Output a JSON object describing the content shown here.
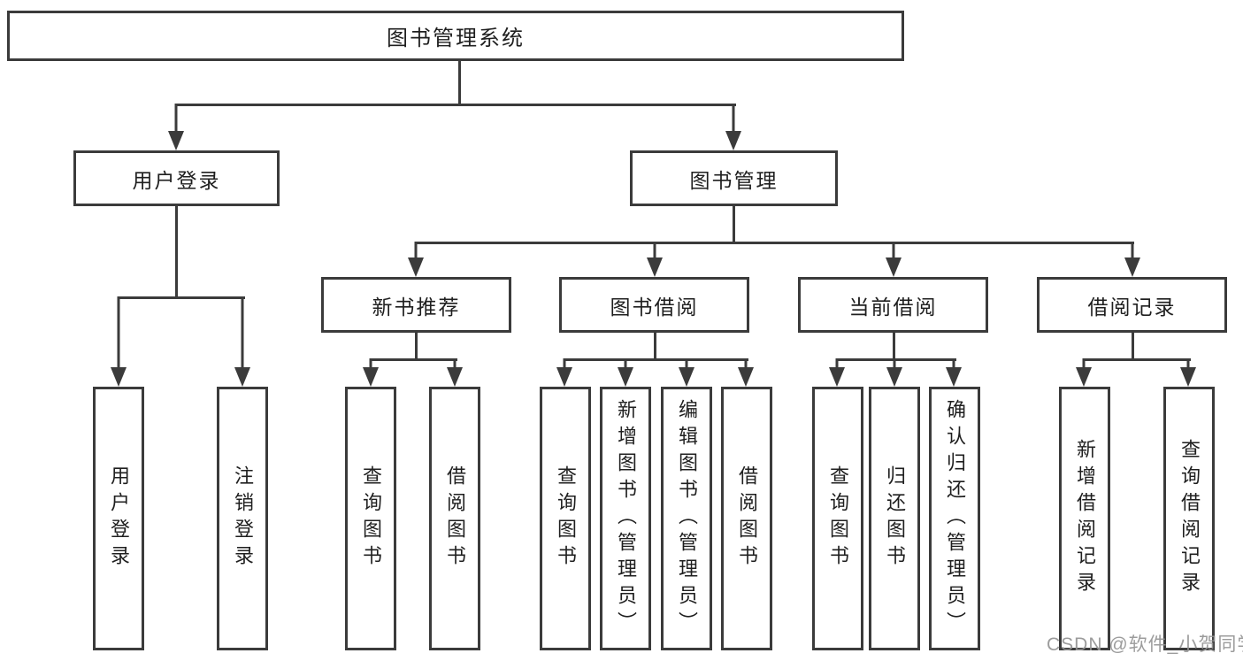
{
  "watermark": "CSDN @软件_小贺同学",
  "colors": {
    "line": "#3b3b3b",
    "text": "#1f1f1f",
    "background": "#ffffff",
    "watermark": "#949494"
  },
  "diagram": {
    "type": "tree",
    "root": {
      "label": "图书管理系统",
      "children": [
        {
          "label": "用户登录",
          "children": [
            {
              "label": "用户登录"
            },
            {
              "label": "注销登录"
            }
          ]
        },
        {
          "label": "图书管理",
          "children": [
            {
              "label": "新书推荐",
              "children": [
                {
                  "label": "查询图书"
                },
                {
                  "label": "借阅图书"
                }
              ]
            },
            {
              "label": "图书借阅",
              "children": [
                {
                  "label": "查询图书"
                },
                {
                  "label": "新增图书（管理员）"
                },
                {
                  "label": "编辑图书（管理员）"
                },
                {
                  "label": "借阅图书"
                }
              ]
            },
            {
              "label": "当前借阅",
              "children": [
                {
                  "label": "查询图书"
                },
                {
                  "label": "归还图书"
                },
                {
                  "label": "确认归还（管理员）"
                }
              ]
            },
            {
              "label": "借阅记录",
              "children": [
                {
                  "label": "新增借阅记录"
                },
                {
                  "label": "查询借阅记录"
                }
              ]
            }
          ]
        }
      ]
    }
  }
}
